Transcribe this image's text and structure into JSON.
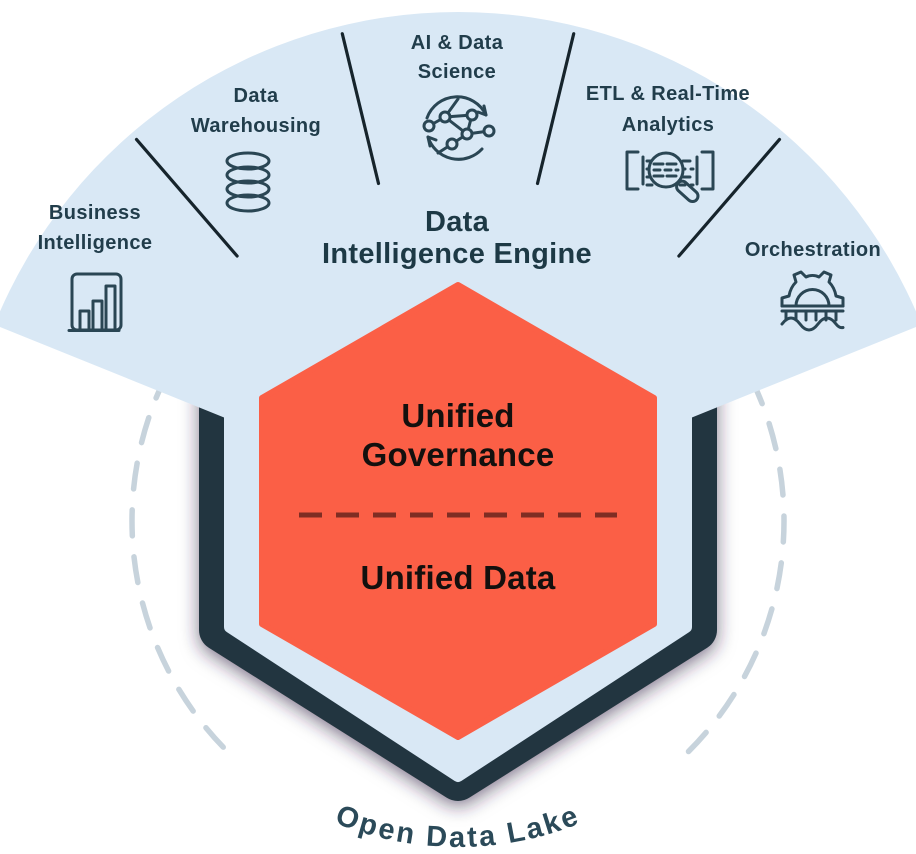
{
  "diagram": {
    "title": {
      "line1": "Data",
      "line2": "Intelligence Engine"
    },
    "center_hexagon": {
      "top_line1": "Unified",
      "top_line2": "Governance",
      "bottom": "Unified Data"
    },
    "outer_ring_label": "Open Data Lake",
    "segments": [
      {
        "id": "business-intelligence",
        "line1": "Business",
        "line2": "Intelligence",
        "icon": "bar-chart-icon"
      },
      {
        "id": "data-warehousing",
        "line1": "Data",
        "line2": "Warehousing",
        "icon": "database-icon"
      },
      {
        "id": "ai-data-science",
        "line1": "AI & Data",
        "line2": "Science",
        "icon": "ml-network-cycle-icon"
      },
      {
        "id": "etl-realtime-analytics",
        "line1": "ETL & Real-Time",
        "line2": "Analytics",
        "icon": "pipeline-magnifier-icon"
      },
      {
        "id": "orchestration",
        "line1": "Orchestration",
        "line2": "",
        "icon": "gear-bridge-icon"
      }
    ],
    "colors": {
      "fan": "#d9e8f5",
      "hexagon": "#fb5f46",
      "shield": "#22363f",
      "ring": "#c7d3dc",
      "ring_text": "#2b4a59",
      "label_text": "#213d4b",
      "hex_text": "#13100e",
      "hex_divider": "#7f2d23",
      "icon_stroke": "#2a4654",
      "divider_line": "#16242c"
    }
  }
}
